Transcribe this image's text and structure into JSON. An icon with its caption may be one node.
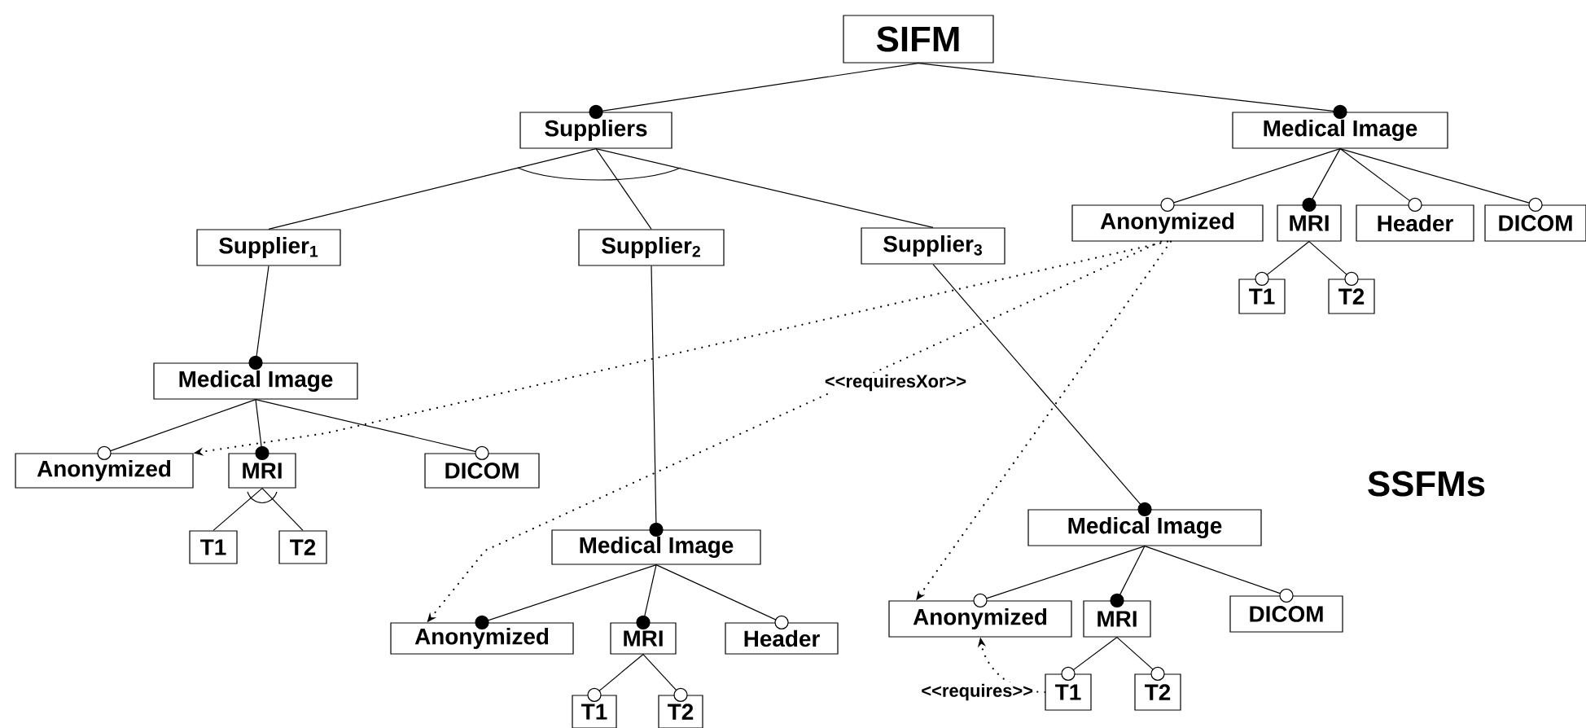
{
  "diagram": {
    "nodes": [
      {
        "text": [
          "SIFM"
        ]
      },
      {
        "text": [
          "Suppliers"
        ]
      },
      {
        "text": [
          "Medical Image"
        ]
      },
      {
        "text": [
          "Anonymized"
        ]
      },
      {
        "text": [
          "MRI"
        ]
      },
      {
        "text": [
          "Header"
        ]
      },
      {
        "text": [
          "DICOM"
        ]
      },
      {
        "text": [
          "T1"
        ]
      },
      {
        "text": [
          "T2"
        ]
      },
      {
        "text": [
          "Supplier$_{1}$"
        ]
      },
      {
        "text": [
          "Supplier$_{2}$"
        ]
      },
      {
        "text": [
          "Supplier$_{3}$"
        ]
      },
      {
        "text": [
          "Medical Image"
        ]
      },
      {
        "text": [
          "Anonymized"
        ]
      },
      {
        "text": [
          "MRI"
        ]
      },
      {
        "text": [
          "DICOM"
        ]
      },
      {
        "text": [
          "T1"
        ]
      },
      {
        "text": [
          "T2"
        ]
      },
      {
        "text": [
          "Medical Image"
        ]
      },
      {
        "text": [
          "Anonymized"
        ]
      },
      {
        "text": [
          "MRI"
        ]
      },
      {
        "text": [
          "Header"
        ]
      },
      {
        "text": [
          "T1"
        ]
      },
      {
        "text": [
          "T2"
        ]
      },
      {
        "text": [
          "Medical Image"
        ]
      },
      {
        "text": [
          "Anonymized"
        ]
      },
      {
        "text": [
          "MRI"
        ]
      },
      {
        "text": [
          "DICOM"
        ]
      },
      {
        "text": [
          "T1"
        ]
      },
      {
        "text": [
          "T2"
        ]
      }
    ],
    "edges": [
      {
        "from": 0,
        "to": 1,
        "arrow": "other"
      },
      {
        "from": 0,
        "to": 2,
        "arrow": "other"
      },
      {
        "from": 1,
        "to": 9,
        "arrow": "none"
      },
      {
        "from": 1,
        "to": 10,
        "arrow": "none"
      },
      {
        "from": 1,
        "to": 11,
        "arrow": "none"
      },
      {
        "from": 2,
        "to": 3,
        "arrow": "other"
      },
      {
        "from": 2,
        "to": 4,
        "arrow": "other"
      },
      {
        "from": 2,
        "to": 5,
        "arrow": "other"
      },
      {
        "from": 2,
        "to": 6,
        "arrow": "other"
      },
      {
        "from": 4,
        "to": 7,
        "arrow": "other"
      },
      {
        "from": 4,
        "to": 8,
        "arrow": "other"
      },
      {
        "from": 9,
        "to": 12,
        "arrow": "other"
      },
      {
        "from": 12,
        "to": 13,
        "arrow": "other"
      },
      {
        "from": 12,
        "to": 14,
        "arrow": "other"
      },
      {
        "from": 12,
        "to": 15,
        "arrow": "other"
      },
      {
        "from": 14,
        "to": 16,
        "arrow": "none"
      },
      {
        "from": 14,
        "to": 17,
        "arrow": "none"
      },
      {
        "from": 10,
        "to": 18,
        "arrow": "other"
      },
      {
        "from": 18,
        "to": 19,
        "arrow": "other"
      },
      {
        "from": 18,
        "to": 20,
        "arrow": "other"
      },
      {
        "from": 18,
        "to": 21,
        "arrow": "other"
      },
      {
        "from": 20,
        "to": 22,
        "arrow": "other"
      },
      {
        "from": 20,
        "to": 23,
        "arrow": "other"
      },
      {
        "from": 11,
        "to": 24,
        "arrow": "other"
      },
      {
        "from": 24,
        "to": 25,
        "arrow": "other"
      },
      {
        "from": 24,
        "to": 26,
        "arrow": "other"
      },
      {
        "from": 24,
        "to": 27,
        "arrow": "other"
      },
      {
        "from": 26,
        "to": 28,
        "arrow": "other"
      },
      {
        "from": 26,
        "to": 29,
        "arrow": "other"
      },
      {
        "from": 3,
        "to": 13,
        "arrow": "to",
        "style": "dashed"
      },
      {
        "from": 3,
        "to": 19,
        "arrow": "to",
        "style": "dashed"
      },
      {
        "from": 3,
        "to": 25,
        "arrow": "to",
        "style": "dashed"
      },
      {
        "from": 28,
        "to": 25,
        "arrow": "to",
        "style": "dashed",
        "label": "<<requires>>"
      }
    ],
    "labels": [
      "<<requiresXor>>",
      "SSFMs"
    ]
  }
}
